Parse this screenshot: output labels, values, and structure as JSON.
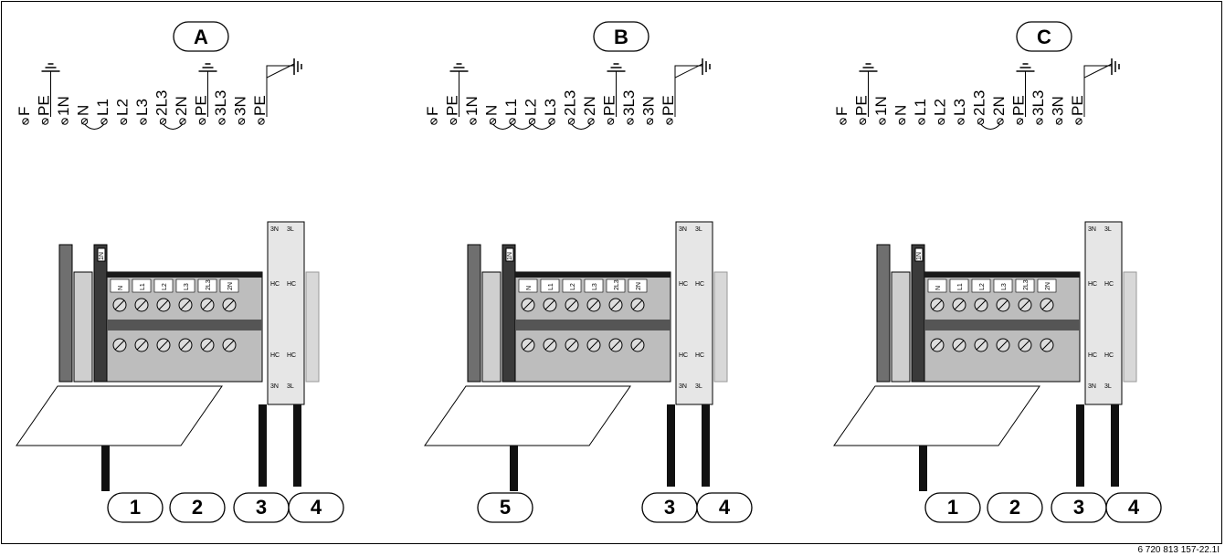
{
  "figure_code": "6 720 813 157-22.1I",
  "panels": [
    {
      "id": "A",
      "terminal_labels": [
        "F",
        "PE",
        "1N",
        "N",
        "L1",
        "L2",
        "L3",
        "2L3",
        "2N",
        "PE",
        "3L3",
        "3N",
        "PE"
      ],
      "block_labels": [
        "1N",
        "N",
        "L1",
        "L2",
        "L3",
        "2L3",
        "2N"
      ],
      "relay_labels": [
        "3N",
        "3L",
        "HC",
        "HC",
        "HC",
        "HC",
        "3N",
        "3L"
      ],
      "callouts": [
        "1",
        "2",
        "3",
        "4"
      ]
    },
    {
      "id": "B",
      "terminal_labels": [
        "F",
        "PE",
        "1N",
        "N",
        "L1",
        "L2",
        "L3",
        "2L3",
        "2N",
        "PE",
        "3L3",
        "3N",
        "PE"
      ],
      "block_labels": [
        "1N",
        "N",
        "L1",
        "L2",
        "L3",
        "2L3",
        "2N"
      ],
      "relay_labels": [
        "3N",
        "3L",
        "HC",
        "HC",
        "HC",
        "HC",
        "3N",
        "3L"
      ],
      "callouts": [
        "5",
        "3",
        "4"
      ]
    },
    {
      "id": "C",
      "terminal_labels": [
        "F",
        "PE",
        "1N",
        "N",
        "L1",
        "L2",
        "L3",
        "2L3",
        "2N",
        "PE",
        "3L3",
        "3N",
        "PE"
      ],
      "block_labels": [
        "1N",
        "N",
        "L1",
        "L2",
        "L3",
        "2L3",
        "2N"
      ],
      "relay_labels": [
        "3N",
        "3L",
        "HC",
        "HC",
        "HC",
        "HC",
        "3N",
        "3L"
      ],
      "callouts": [
        "1",
        "2",
        "3",
        "4"
      ]
    }
  ]
}
